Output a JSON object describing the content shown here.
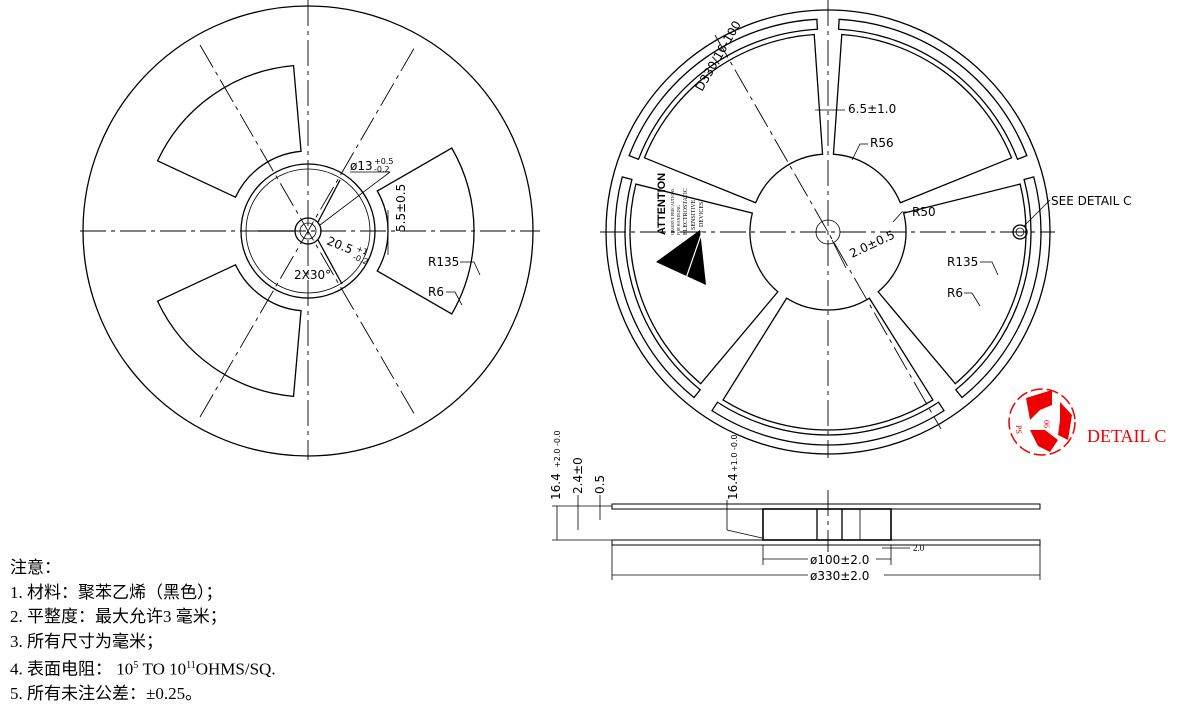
{
  "left_reel": {
    "labels": {
      "hole_dia": "ø13",
      "hole_tol_plus": "+0.5",
      "hole_tol_minus": "-0.2",
      "slot": "5.5±0.5",
      "hub": "20.5",
      "hub_tol_plus": "+1",
      "hub_tol_minus": "-0.2",
      "angle": "2X30°",
      "outer_radius": "R135",
      "corner_radius": "R6"
    }
  },
  "right_reel": {
    "labels": {
      "part": "D330/16-100",
      "rib": "6.5±1.0",
      "r56": "R56",
      "r50": "R50",
      "slot": "2.0±0.5",
      "outer_radius": "R135",
      "corner_radius": "R6",
      "see_detail": "SEE DETAIL C"
    },
    "esd": {
      "title": "ATTENTION",
      "line1": "OBSERVE PRECAUTIONS",
      "line2": "FOR HANDLING",
      "line3": "ELECTROSTATIC",
      "line4": "SENSITIVE",
      "line5": "DEVICES"
    }
  },
  "side_view": {
    "labels": {
      "width": "16.4",
      "width_tol": "+2.0 -0.0",
      "flange": "2.4±0",
      "gap": "0.5",
      "inner_width": "16.4",
      "inner_tol": "+1.0 -0.0",
      "hub_dia": "ø100±2.0",
      "outer_dia": "ø330±2.0",
      "wall": "2.0"
    }
  },
  "detail": {
    "label": "DETAIL C",
    "logo_text_1": "PS",
    "logo_text_2": "06",
    "color": "#e00000"
  },
  "notes": {
    "title": "注意：",
    "items": [
      "1. 材料：聚苯乙烯（黑色）；",
      "2. 平整度：最大允许3 毫米；",
      "3. 所有尺寸为毫米；",
      "5. 所有未注公差：±0.25。"
    ],
    "resistance": {
      "prefix": "4. 表面电阻：  10",
      "exp1": "5",
      "mid": " TO  10",
      "exp2": "11",
      "suffix": "OHMS/SQ."
    }
  }
}
